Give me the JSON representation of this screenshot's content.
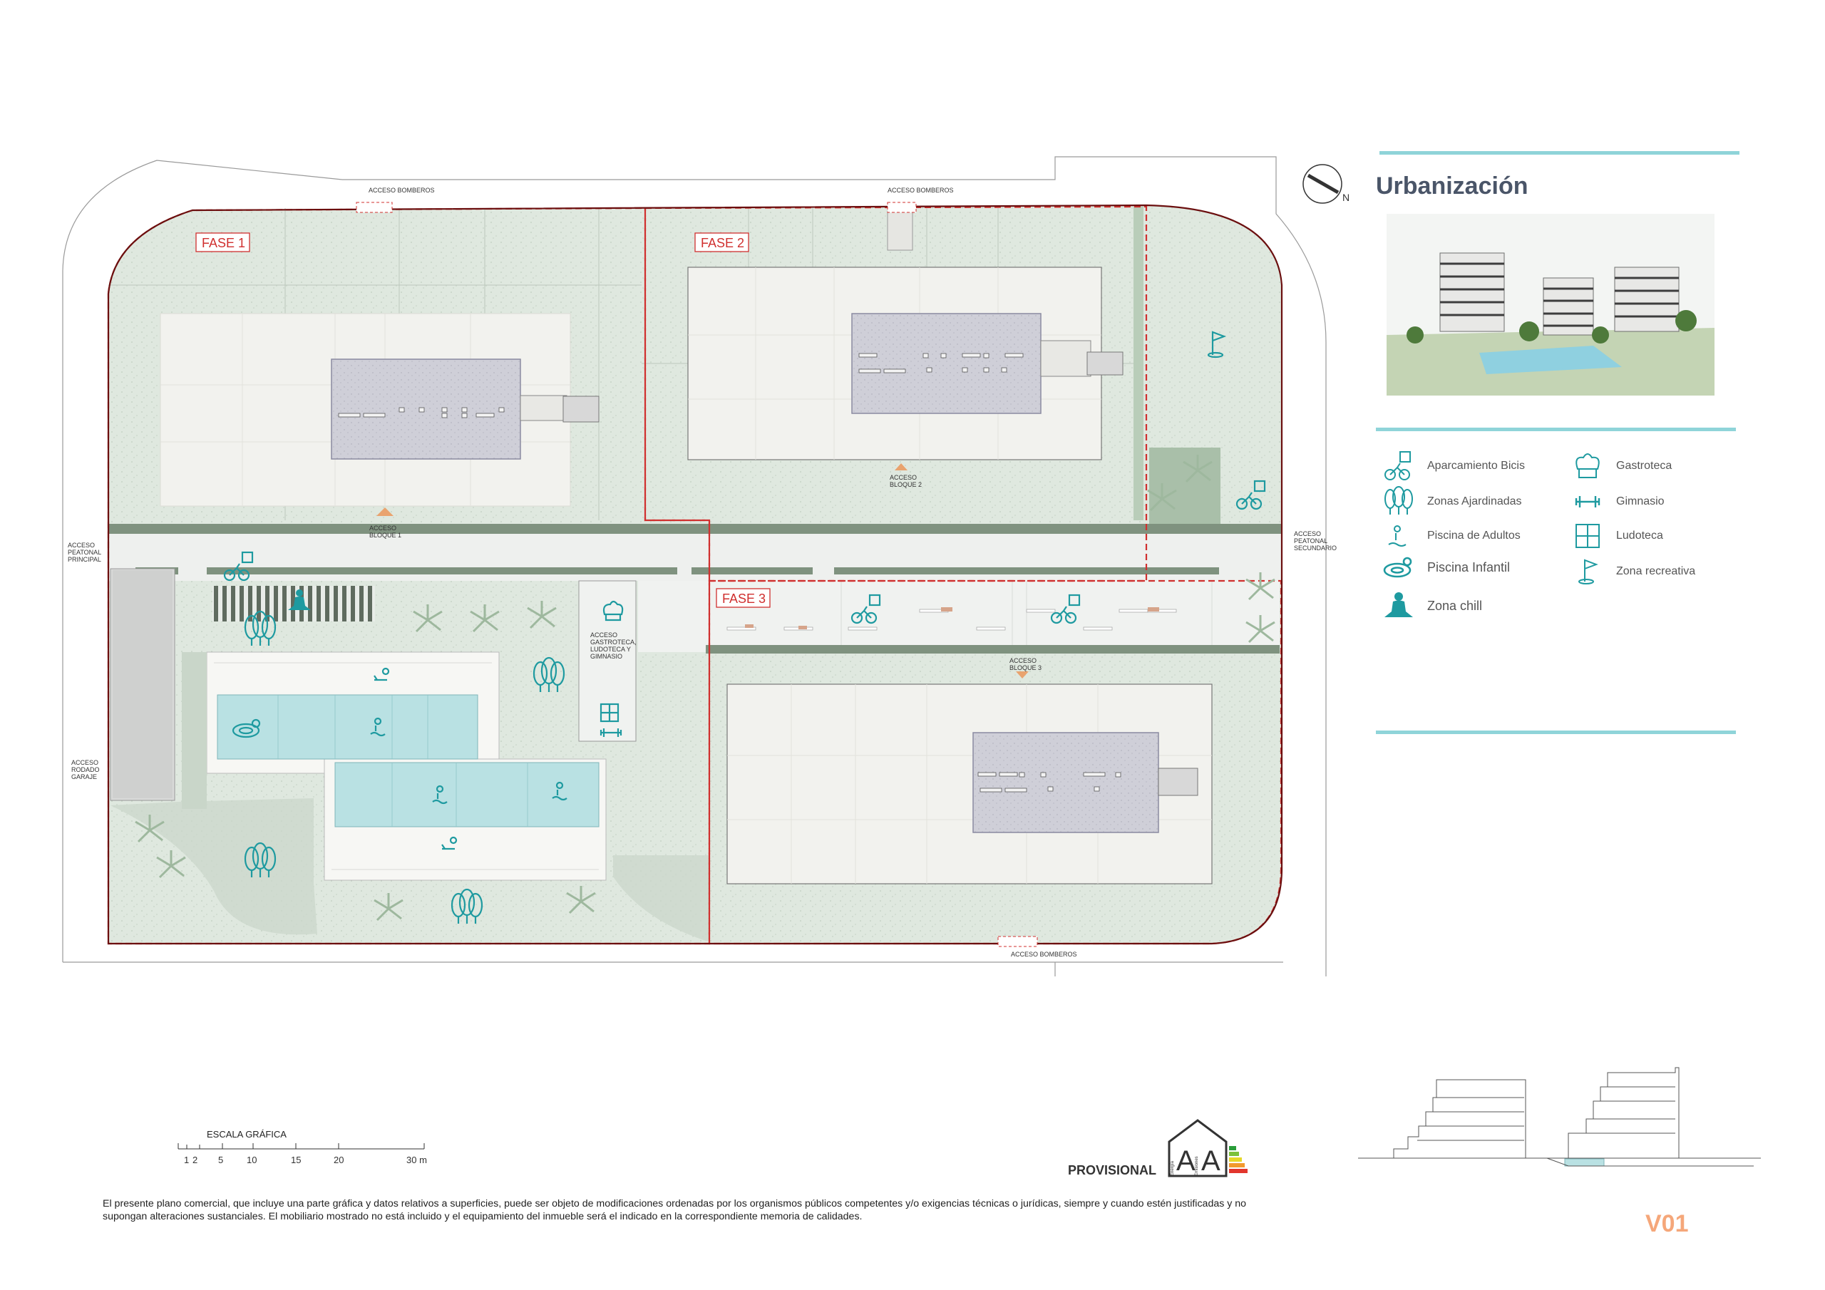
{
  "header": {
    "title": "Urbanización"
  },
  "plan": {
    "fases": [
      "FASE 1",
      "FASE 2",
      "FASE 3"
    ],
    "labels": {
      "acceso_bomberos": "ACCESO BOMBEROS",
      "acceso_peatonal_principal": [
        "ACCESO",
        "PEATONAL",
        "PRINCIPAL"
      ],
      "acceso_peatonal_secundario": [
        "ACCESO",
        "PEATONAL",
        "SECUNDARIO"
      ],
      "acceso_rodado_garaje": [
        "ACCESO",
        "RODADO",
        "GARAJE"
      ],
      "acceso_bloque_1": [
        "ACCESO",
        "BLOQUE 1"
      ],
      "acceso_bloque_2": [
        "ACCESO",
        "BLOQUE 2"
      ],
      "acceso_bloque_3": [
        "ACCESO",
        "BLOQUE 3"
      ],
      "acceso_gastroteca": [
        "ACCESO",
        "GASTROTECA,",
        "LUDOTECA Y",
        "GIMNASIO"
      ]
    }
  },
  "legend": {
    "items": [
      {
        "label": "Aparcamiento Bicis",
        "icon": "bike-parking-icon"
      },
      {
        "label": "Gastroteca",
        "icon": "chef-hat-icon"
      },
      {
        "label": "Zonas Ajardinadas",
        "icon": "trees-icon"
      },
      {
        "label": "Gimnasio",
        "icon": "dumbbell-icon"
      },
      {
        "label": "Piscina de Adultos",
        "icon": "swimmer-icon"
      },
      {
        "label": "Ludoteca",
        "icon": "puzzle-icon"
      },
      {
        "label": "Piscina Infantil",
        "icon": "duck-float-icon"
      },
      {
        "label": "Zona recreativa",
        "icon": "golf-flag-icon"
      },
      {
        "label": "Zona chill",
        "icon": "meditation-icon"
      }
    ]
  },
  "scale": {
    "title": "ESCALA GRÁFICA",
    "ticks": [
      "1",
      "2",
      "5",
      "10",
      "15",
      "20",
      "30 m"
    ]
  },
  "energy": {
    "rating_1": "A",
    "rating_2": "A",
    "sub_1": "Energía",
    "sub_2": "Emisiones"
  },
  "provisional": "PROVISIONAL",
  "disclaimer": "El presente plano comercial, que incluye una parte gráfica y datos relativos a superficies, puede ser objeto de modificaciones ordenadas por los organismos públicos competentes y/o exigencias técnicas o jurídicas, siempre y cuando estén justificadas y no supongan alteraciones sustanciales. El mobiliario mostrado no está incluido y el equipamiento del inmueble será el indicado en la correspondiente memoria de calidades.",
  "version": "V01",
  "colors": {
    "green": "#dfe8df",
    "greenDark": "#b9cdb9",
    "building": "#f2f2ee",
    "roof": "#c9c9d3",
    "pool": "#b9e1e3",
    "red": "#d0302f",
    "teal": "#1e9aa0",
    "cyanLine": "#8fd4d9"
  }
}
